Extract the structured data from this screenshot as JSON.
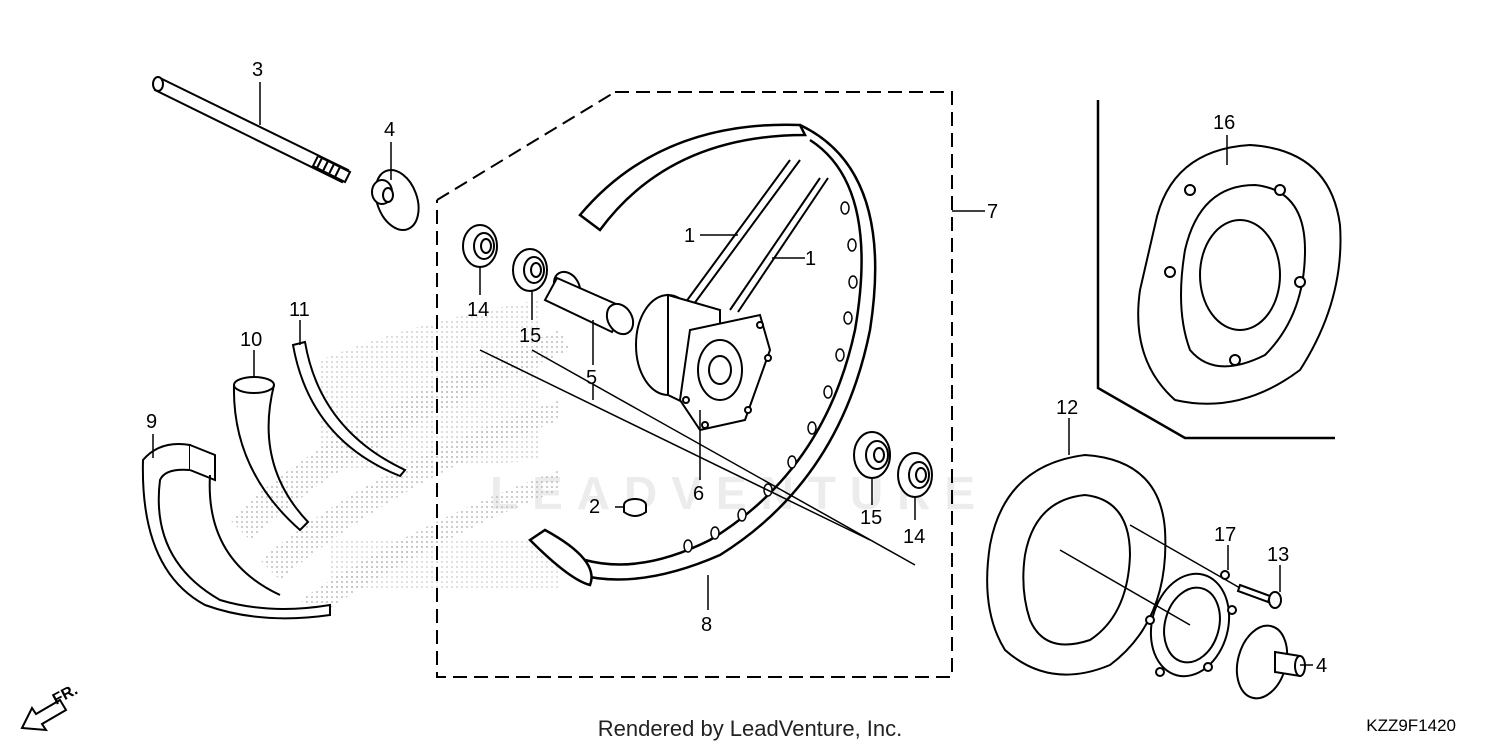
{
  "callouts": {
    "c1a": "1",
    "c1b": "1",
    "c2": "2",
    "c3": "3",
    "c4a": "4",
    "c4b": "4",
    "c5": "5",
    "c6": "6",
    "c7": "7",
    "c8": "8",
    "c9": "9",
    "c10": "10",
    "c11": "11",
    "c12": "12",
    "c13": "13",
    "c14a": "14",
    "c14b": "14",
    "c15a": "15",
    "c15b": "15",
    "c16": "16",
    "c17": "17"
  },
  "direction_label": "FR.",
  "watermark": "LEADVENTURE",
  "footer": "Rendered by LeadVenture, Inc.",
  "diagram_code": "KZZ9F1420"
}
